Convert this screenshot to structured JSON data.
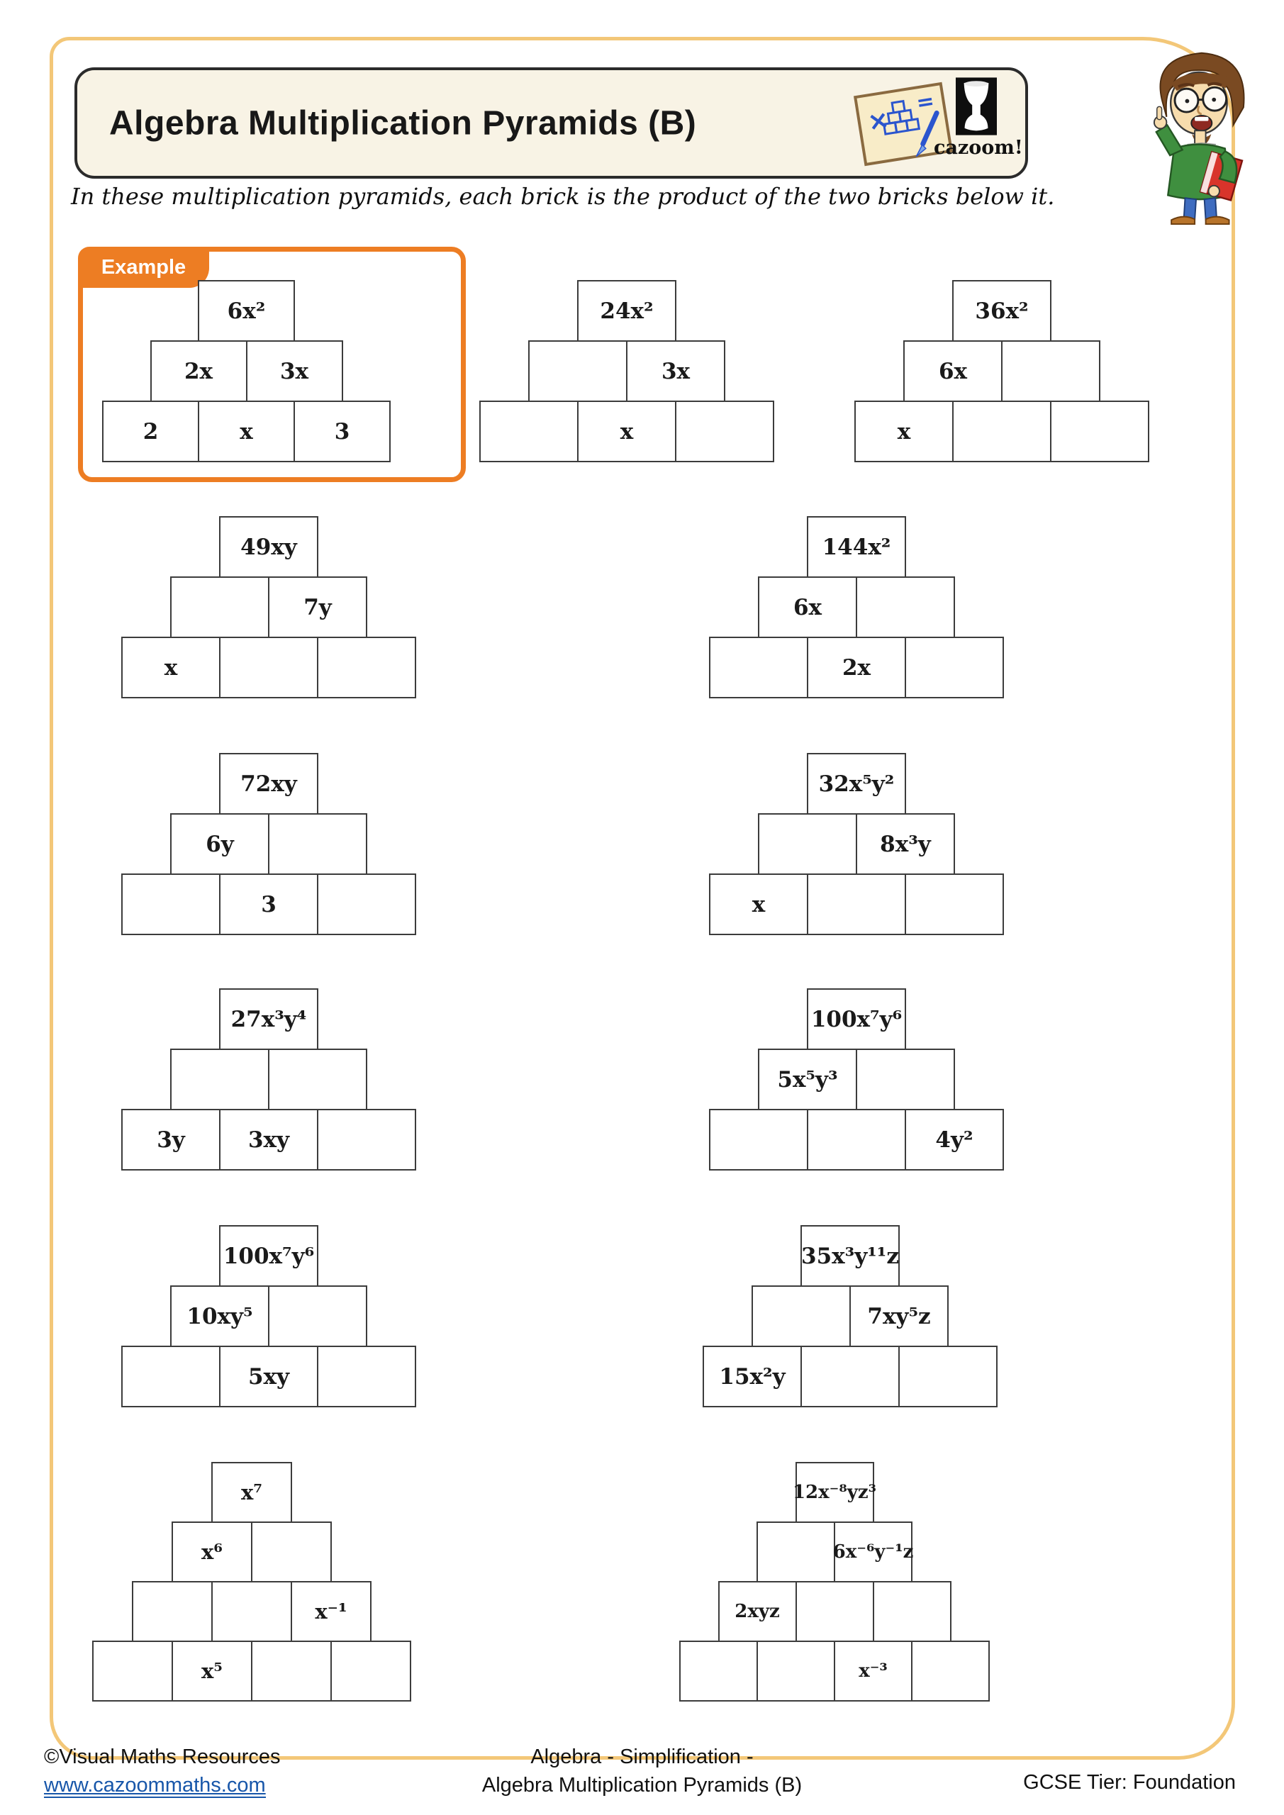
{
  "header": {
    "title": "Algebra Multiplication Pyramids (B)",
    "logo_text": "cazoom!",
    "icons": {
      "note_icon": "worksheet-note-with-pyramid-and-pen",
      "logo_icon": "cazoom-drum-logo",
      "mascot": "teacher-cartoon"
    }
  },
  "instruction": "In these multiplication pyramids, each brick is the product of the two bricks below it.",
  "example_label": "Example",
  "pyramids": [
    {
      "id": "example",
      "rows": [
        [
          "6x²"
        ],
        [
          "2x",
          "3x"
        ],
        [
          "2",
          "x",
          "3"
        ]
      ]
    },
    {
      "id": "pyramid-24x2",
      "rows": [
        [
          "24x²"
        ],
        [
          "",
          "3x"
        ],
        [
          "",
          "x",
          ""
        ]
      ]
    },
    {
      "id": "pyramid-36x2",
      "rows": [
        [
          "36x²"
        ],
        [
          "6x",
          ""
        ],
        [
          "x",
          "",
          ""
        ]
      ]
    },
    {
      "id": "pyramid-49xy",
      "rows": [
        [
          "49xy"
        ],
        [
          "",
          "7y"
        ],
        [
          "x",
          "",
          ""
        ]
      ]
    },
    {
      "id": "pyramid-144x2",
      "rows": [
        [
          "144x²"
        ],
        [
          "6x",
          ""
        ],
        [
          "",
          "2x",
          ""
        ]
      ]
    },
    {
      "id": "pyramid-72xy",
      "rows": [
        [
          "72xy"
        ],
        [
          "6y",
          ""
        ],
        [
          "",
          "3",
          ""
        ]
      ]
    },
    {
      "id": "pyramid-32x5y2",
      "rows": [
        [
          "32x⁵y²"
        ],
        [
          "",
          "8x³y"
        ],
        [
          "x",
          "",
          ""
        ]
      ]
    },
    {
      "id": "pyramid-27x3y4",
      "rows": [
        [
          "27x³y⁴"
        ],
        [
          "",
          ""
        ],
        [
          "3y",
          "3xy",
          ""
        ]
      ]
    },
    {
      "id": "pyramid-100x7y6-a",
      "rows": [
        [
          "100x⁷y⁶"
        ],
        [
          "5x⁵y³",
          ""
        ],
        [
          "",
          "",
          "4y²"
        ]
      ]
    },
    {
      "id": "pyramid-100x7y6-b",
      "rows": [
        [
          "100x⁷y⁶"
        ],
        [
          "10xy⁵",
          ""
        ],
        [
          "",
          "5xy",
          ""
        ]
      ]
    },
    {
      "id": "pyramid-35x3y11z",
      "rows": [
        [
          "35x³y¹¹z"
        ],
        [
          "",
          "7xy⁵z"
        ],
        [
          "15x²y",
          "",
          ""
        ]
      ]
    },
    {
      "id": "pyramid-x7",
      "rows": [
        [
          "x⁷"
        ],
        [
          "x⁶",
          ""
        ],
        [
          "",
          "",
          "x⁻¹"
        ],
        [
          "",
          "x⁵",
          "",
          ""
        ]
      ]
    },
    {
      "id": "pyramid-12x-8yz3",
      "rows": [
        [
          "12x⁻⁸yz³"
        ],
        [
          "",
          "6x⁻⁶y⁻¹z"
        ],
        [
          "2xyz",
          "",
          ""
        ],
        [
          "",
          "",
          "x⁻³",
          ""
        ]
      ]
    }
  ],
  "footer": {
    "copyright": "©Visual Maths Resources",
    "website": "www.cazoommaths.com",
    "topic_line1": "Algebra - Simplification -",
    "topic_line2": "Algebra Multiplication Pyramids (B)",
    "tier": "GCSE Tier: Foundation"
  },
  "colors": {
    "accent_orange": "#ED7D23",
    "frame_tan": "#F3C778",
    "panel_cream": "#F8F3E5",
    "brick_border": "#3C3C3C",
    "link_blue": "#1756A9"
  }
}
